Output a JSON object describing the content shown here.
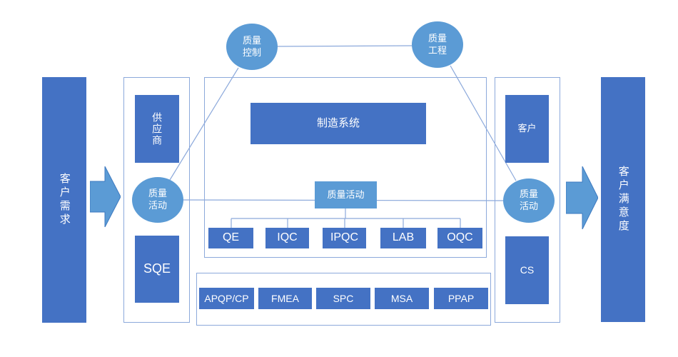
{
  "colors": {
    "dark": "#4472C4",
    "light": "#5B9BD5",
    "line": "#8CA9DB",
    "text": "#FFFFFF",
    "bg": "#FFFFFF"
  },
  "bars": {
    "demand": "客户需求",
    "satisfaction": "客户满意度"
  },
  "top": {
    "quality_control": "质量\n控制",
    "quality_engineering": "质量\n工程"
  },
  "left_column": {
    "supplier": "供应商",
    "activity": "质量\n活动",
    "sqe": "SQE"
  },
  "center": {
    "manufacturing": "制造系统",
    "activity": "质量活动",
    "departments": [
      "QE",
      "IQC",
      "IPQC",
      "LAB",
      "OQC"
    ]
  },
  "tools": {
    "items": [
      "APQP/CP",
      "FMEA",
      "SPC",
      "MSA",
      "PPAP"
    ]
  },
  "right_column": {
    "customer": "客户",
    "activity": "质量\n活动",
    "cs": "CS"
  }
}
